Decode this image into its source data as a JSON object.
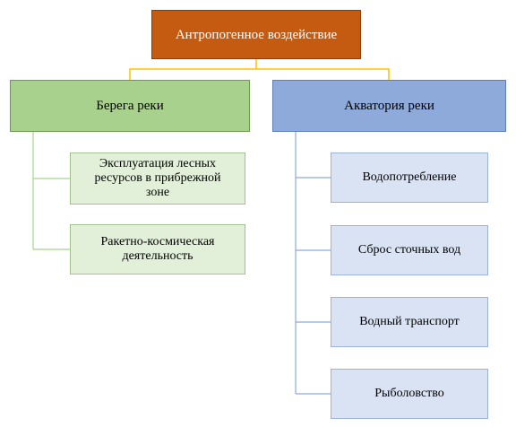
{
  "root": {
    "label": "Антропогенное воздействие",
    "color": "#c55a11"
  },
  "branches": [
    {
      "label": "Берега реки",
      "color": "#a9d18e",
      "children": [
        {
          "lines": [
            "Эксплуатация лесных",
            "ресурсов в прибрежной",
            "зоне"
          ]
        },
        {
          "lines": [
            "Ракетно-космическая",
            "деятельность"
          ]
        }
      ]
    },
    {
      "label": "Акватория реки",
      "color": "#8eaadb",
      "children": [
        {
          "lines": [
            "Водопотребление"
          ]
        },
        {
          "lines": [
            "Сброс сточных вод"
          ]
        },
        {
          "lines": [
            "Водный транспорт"
          ]
        },
        {
          "lines": [
            "Рыболовство"
          ]
        }
      ]
    }
  ],
  "connector_colors": {
    "root": "#ffc000",
    "green": "#a9d18e",
    "blue": "#8eaadb"
  }
}
